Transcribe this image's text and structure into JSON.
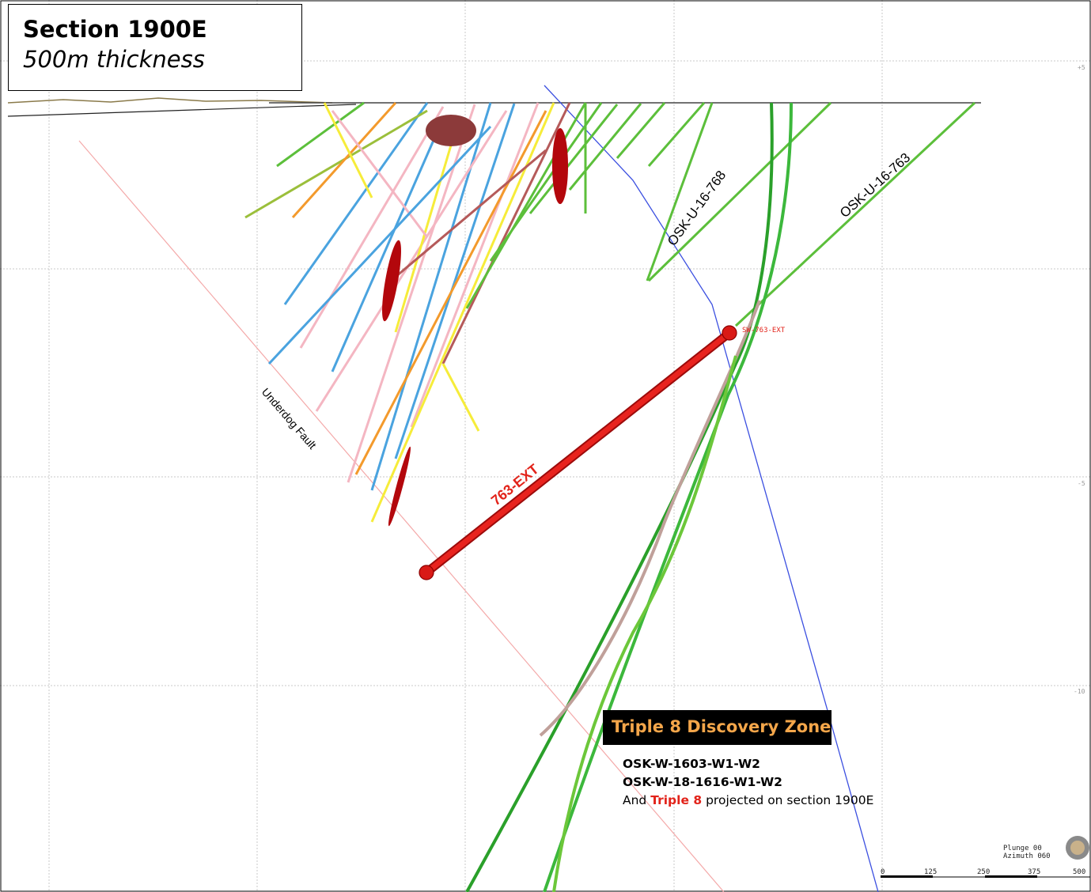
{
  "title": {
    "main": "Section 1900E",
    "sub": "500m thickness"
  },
  "zone": {
    "label": "Triple 8 Discovery Zone"
  },
  "holes": [
    "OSK-W-1603-W1-W2",
    "OSK-W-18-1616-W1-W2"
  ],
  "note": {
    "prefix": "And",
    "highlight": "Triple 8",
    "suffix": "projected on section 1900E"
  },
  "labels": {
    "hole_768": "OSK-U-16-768",
    "hole_763": "OSK-U-16-763",
    "fault": "Underdog Fault",
    "ext_hole": "763-EXT",
    "collar": "SW-763-EXT",
    "elev_top": "+5",
    "elev_mid": "-5",
    "elev_low": "-10"
  },
  "view": {
    "plunge": "Plunge 00",
    "azimuth": "Azimuth 060"
  },
  "scale": [
    "0",
    "125",
    "250",
    "375",
    "500"
  ],
  "colors": {
    "planned_hole": "#e8231e",
    "discovery_banner_text": "#f4a64a",
    "contact_line": "#3b4fe0",
    "fault_line": "#f4a9a9"
  }
}
